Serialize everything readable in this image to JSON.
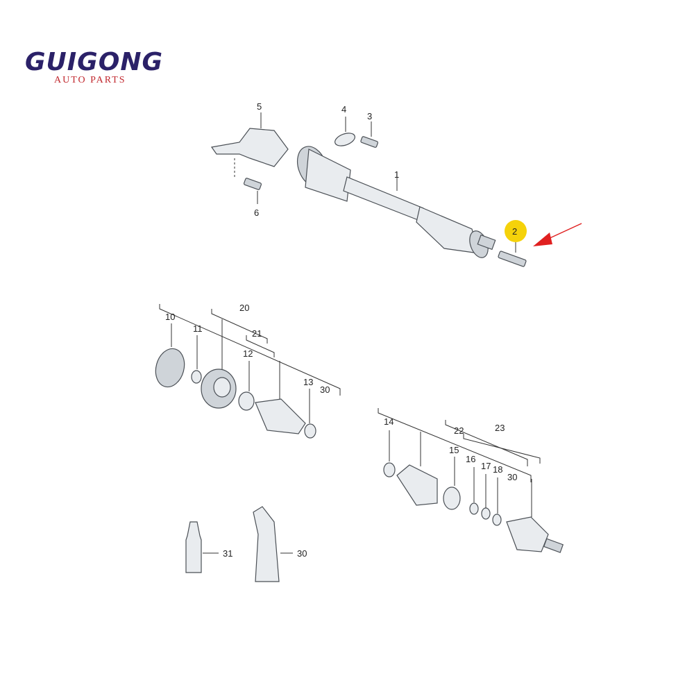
{
  "brand": {
    "name": "GUIGONG",
    "tagline": "AUTO PARTS",
    "primary_color": "#2b2168",
    "accent_color": "#c1272d"
  },
  "callouts": {
    "c1": "1",
    "c2": "2",
    "c3": "3",
    "c4": "4",
    "c5": "5",
    "c6": "6",
    "c10": "10",
    "c11": "11",
    "c12": "12",
    "c13": "13",
    "c14": "14",
    "c15": "15",
    "c16": "16",
    "c17": "17",
    "c18": "18",
    "c20": "20",
    "c21": "21",
    "c22": "22",
    "c23": "23",
    "c30a": "30",
    "c30b": "30",
    "c30c": "30",
    "c31": "31"
  },
  "highlight": {
    "part": "2",
    "badge_color": "#f5d20a",
    "arrow_color": "#e02020"
  }
}
